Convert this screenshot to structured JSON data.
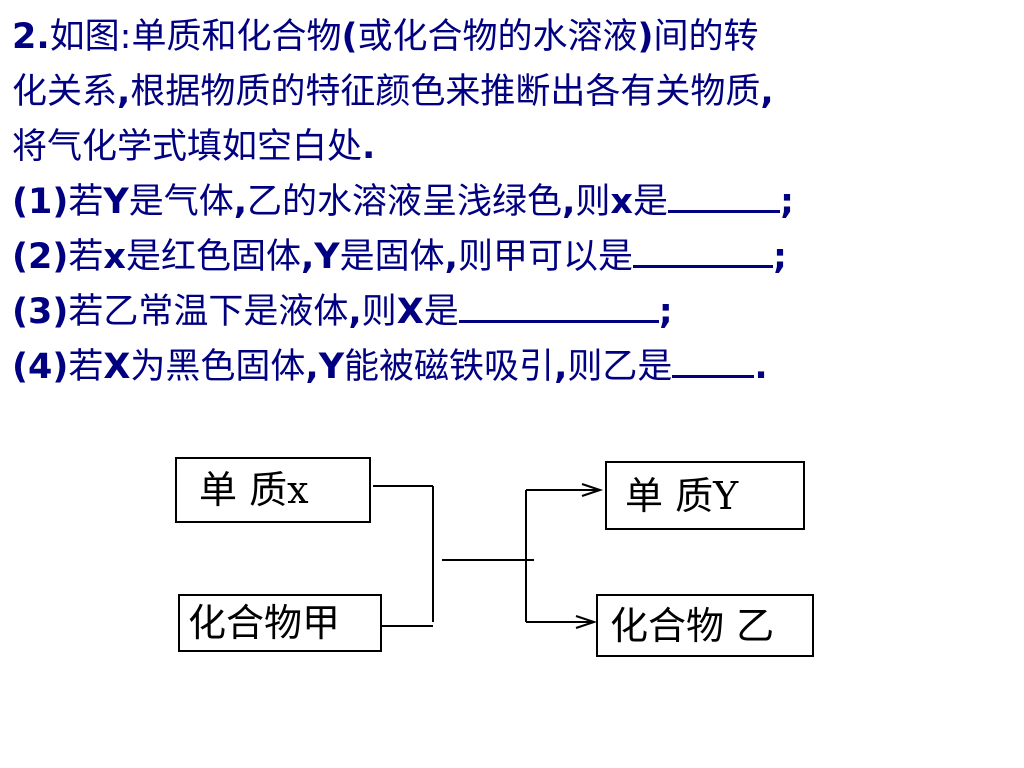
{
  "question": {
    "number": "2.",
    "intro_line1_a": "如图:单质和化合物",
    "intro_line1_b": "(",
    "intro_line1_c": "或化合物的水溶液",
    "intro_line1_d": ")",
    "intro_line1_e": "间的转",
    "intro_line2_a": "化关系",
    "intro_line2_b": ",",
    "intro_line2_c": "根据物质的特征颜色来推断出各有关物质",
    "intro_line2_d": ",",
    "intro_line3_a": "将气化学式填如空白处",
    "intro_line3_b": ".",
    "items": [
      {
        "num": "(1)",
        "p1": "若",
        "v1": "Y",
        "p2": "是气体",
        "c1": ",",
        "p3": "乙的水溶液呈浅绿色",
        "c2": ",",
        "p4": "则",
        "v2": "x",
        "p5": "是",
        "end": ";"
      },
      {
        "num": "(2)",
        "p1": "若",
        "v1": "x",
        "p2": "是红色固体",
        "c1": ",",
        "v2": "Y",
        "p3": "是固体",
        "c2": ",",
        "p4": "则甲可以是",
        "end": ";"
      },
      {
        "num": "(3)",
        "p1": "若乙常温下是液体",
        "c1": ",",
        "p2": "则",
        "v1": "X",
        "p3": "是",
        "end": ";"
      },
      {
        "num": "(4)",
        "p1": "若",
        "v1": "X",
        "p2": "为黑色固体",
        "c1": ",",
        "v2": "Y",
        "p3": "能被磁铁吸引",
        "c2": ",",
        "p4": "则乙是",
        "end": "."
      }
    ]
  },
  "diagram": {
    "box_x": "单 质x",
    "box_jia": "化合物甲",
    "box_y": "单 质Y",
    "box_yi": "化合物 乙",
    "arrow_head": "-→"
  }
}
